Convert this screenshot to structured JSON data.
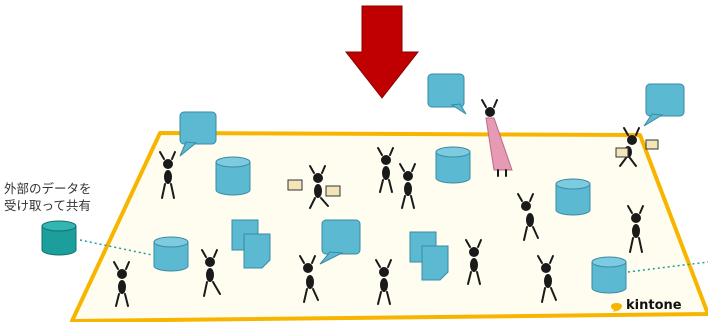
{
  "caption": {
    "line1": "外部のデータを",
    "line2": "受け取って共有"
  },
  "brand": {
    "name": "kintone"
  },
  "colors": {
    "arrow": "#c00000",
    "platform_border": "#f7b500",
    "platform_fill": "#fffdf0",
    "database": "#5bb9d2",
    "external_database": "#1c9e9c",
    "speech_bubble": "#5bb9d2",
    "document": "#5bb9d2",
    "dashed_link": "#1c9e9c",
    "figure": "#1a1a1a",
    "figure_dress": "#e79ab4",
    "brand_mark": "#f7b500"
  },
  "icons": [
    "down-arrow-icon",
    "database-icon",
    "speech-bubble-icon",
    "document-icon",
    "person-icon",
    "laptop-icon"
  ]
}
